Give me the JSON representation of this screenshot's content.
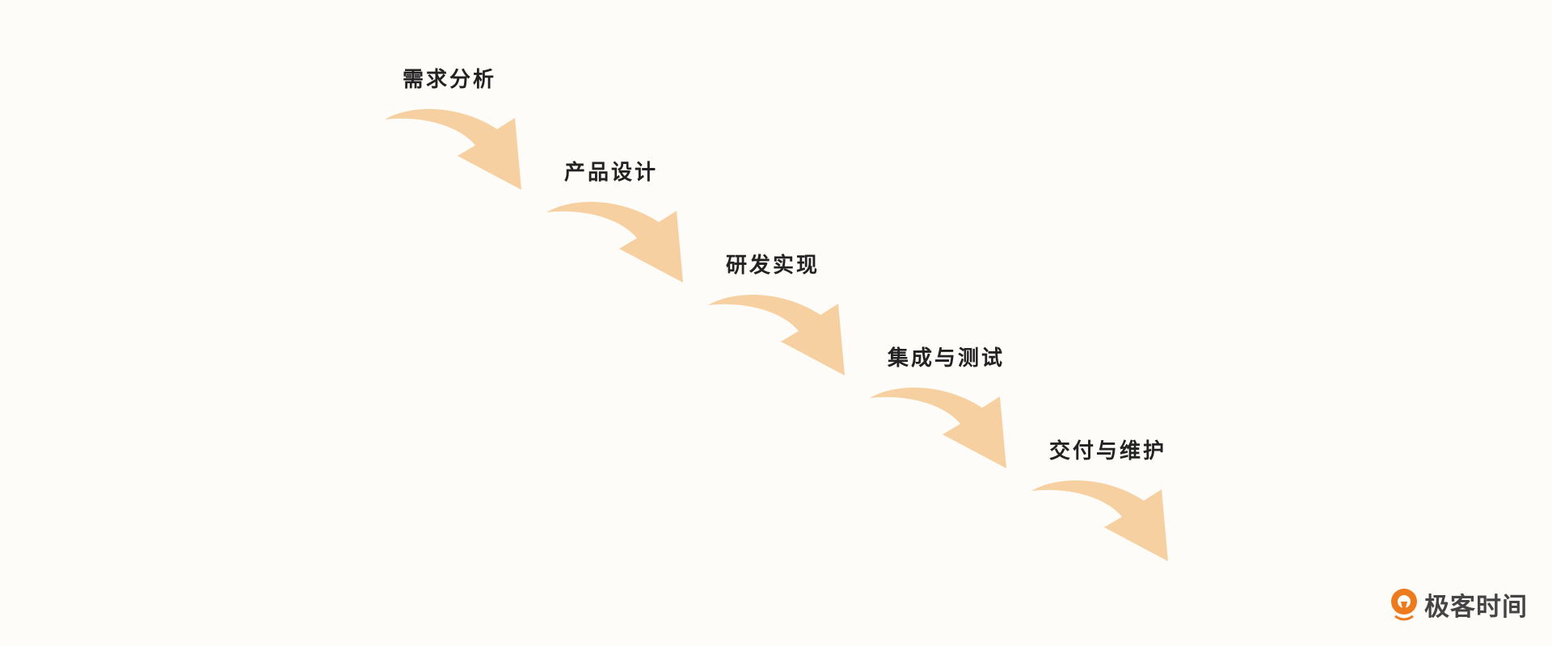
{
  "steps": [
    {
      "label": "需求分析"
    },
    {
      "label": "产品设计"
    },
    {
      "label": "研发实现"
    },
    {
      "label": "集成与测试"
    },
    {
      "label": "交付与维护"
    }
  ],
  "colors": {
    "arrow": "#f6d0a0",
    "text": "#222222",
    "logo": "#ee7a1e"
  },
  "logo": {
    "text": "极客时间"
  }
}
